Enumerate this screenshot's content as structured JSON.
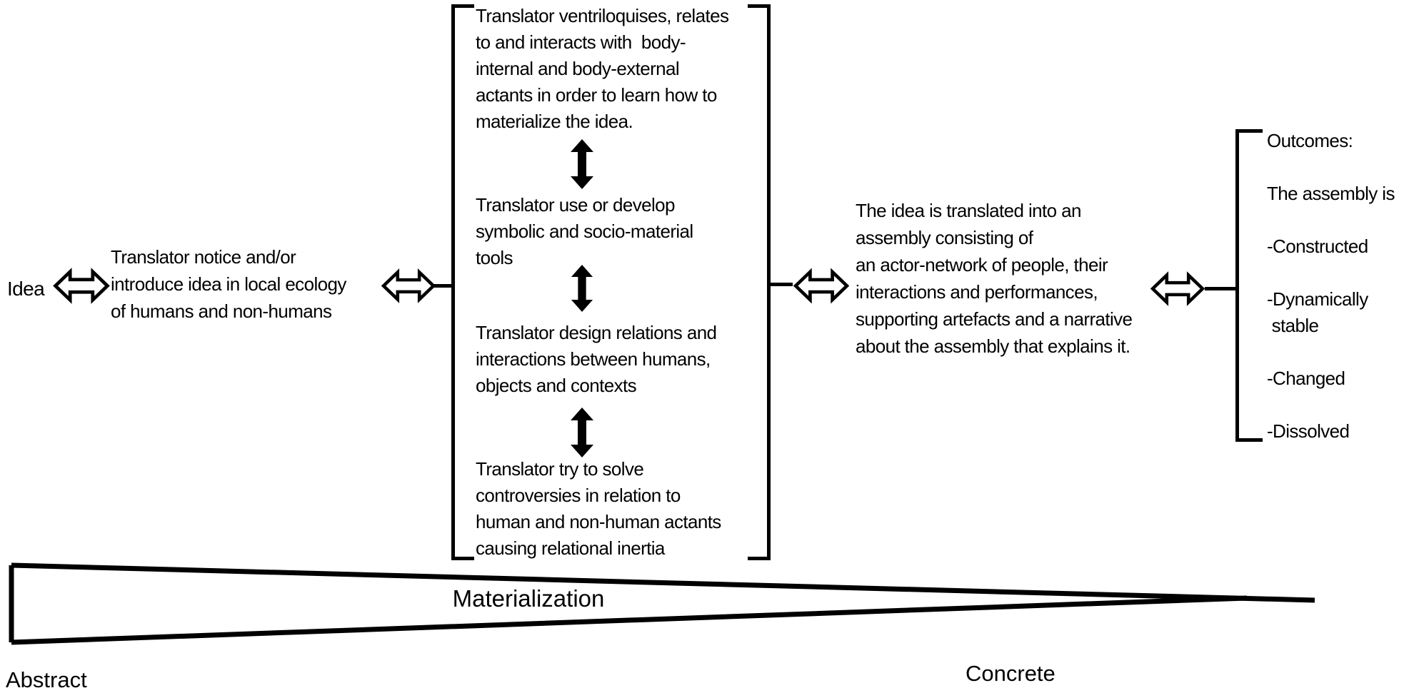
{
  "figure": {
    "idea_label": "Idea",
    "intro_text": "Translator notice and/or\nintroduce idea in local ecology\nof humans and non-humans",
    "process_steps": [
      {
        "text": "Translator ventriloquises, relates\nto and interacts with  body-\ninternal and body-external\nactants in order to learn how to\nmaterialize the idea."
      },
      {
        "text": "Translator use or develop\nsymbolic and socio-material\ntools"
      },
      {
        "text": "Translator design relations and\ninteractions between humans,\nobjects and contexts"
      },
      {
        "text": "Translator try to solve\ncontroversies in relation to\nhuman and non-human actants\ncausing relational inertia"
      }
    ],
    "assembly_text": "The idea is translated into an\nassembly consisting of\nan actor-network of people, their\ninteractions and performances,\nsupporting artefacts and a narrative\nabout the assembly that explains it.",
    "outcomes_text": "Outcomes:\n\nThe assembly is\n\n-Constructed\n\n-Dynamically\n stable\n\n-Changed\n\n-Dissolved",
    "axis": {
      "gradient_label": "Materialization",
      "left_label": "Abstract",
      "right_label": "Concrete"
    },
    "colors": {
      "ink": "#000000",
      "background": "#ffffff"
    }
  }
}
